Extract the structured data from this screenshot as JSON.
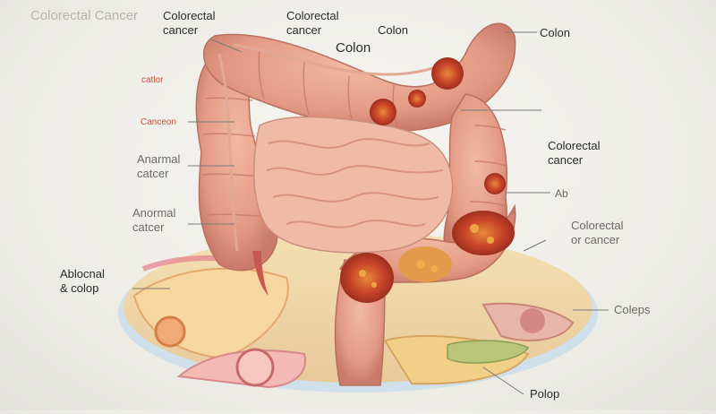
{
  "title": "Colorectal Cancer",
  "labels": {
    "colorectal_top_left": [
      "Colorectal",
      "cancer"
    ],
    "colorectal_top_mid": [
      "Colorectal",
      "cancer"
    ],
    "colon_mid": "Colon",
    "colon_upper": "Colon",
    "colon_right": "Colon",
    "cator": "catlor",
    "canceon": "Canceon",
    "anarmal": [
      "Anarmal",
      "catcer"
    ],
    "anormal": [
      "Anormal",
      "catcer"
    ],
    "ablocnal": [
      "Ablocnal",
      "& colop"
    ],
    "colorectal_right": [
      "Colorectal",
      "cancer"
    ],
    "ab": "Ab",
    "colorectal_lower_right": [
      "Colorectal",
      "or cancer"
    ],
    "coleps": "Coleps",
    "polop": "Polop"
  },
  "colors": {
    "colon": "#e7a690",
    "colon_shadow": "#c9796a",
    "small_intestine": "#f0bba6",
    "tumor": "#c8452a",
    "tumor_light": "#e0853a",
    "base_tissue": "#f1d9a8",
    "leader_line": "#7a7a7a"
  }
}
